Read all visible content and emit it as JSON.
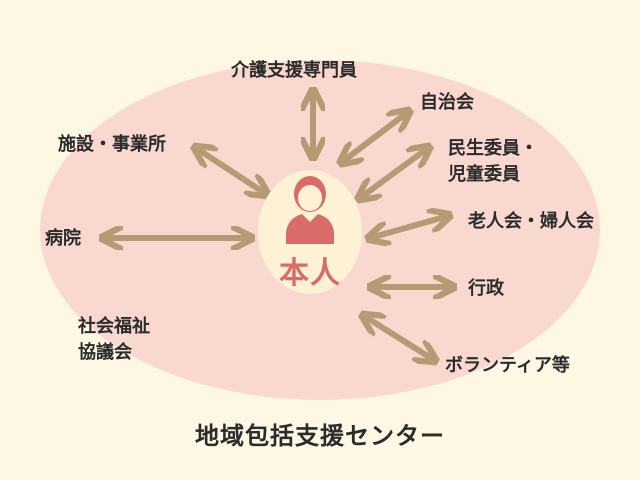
{
  "colors": {
    "background": "#fdf7e4",
    "ellipse": "#f8d8cf",
    "center_circle": "#fdf2d6",
    "accent": "#d96b6b",
    "arrow": "#b69a74",
    "text": "#2b2b2b"
  },
  "center": {
    "label": "本人",
    "icon": "person-icon"
  },
  "nodes": {
    "care_support": "介護支援専門員",
    "neighborhood": "自治会",
    "welfare_line1": "民生委員・",
    "welfare_line2": "児童委員",
    "elderly_women": "老人会・婦人会",
    "administration": "行政",
    "volunteer": "ボランティア等",
    "facility": "施設・事業所",
    "hospital": "病院",
    "social_line1": "社会福祉",
    "social_line2": "協議会"
  },
  "footer": {
    "title": "地域包括支援センター"
  }
}
